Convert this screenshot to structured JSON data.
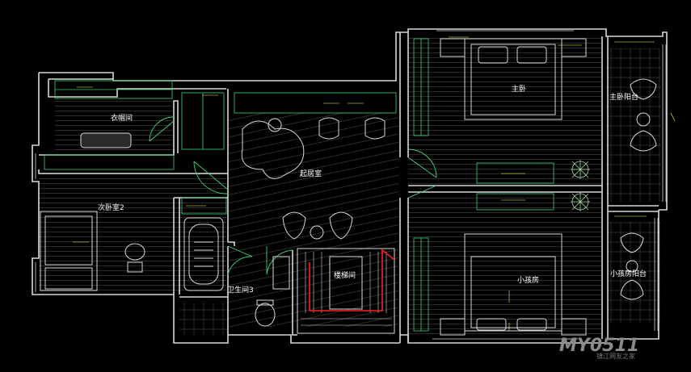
{
  "colors": {
    "background": "#000000",
    "wall": "#d8d8d8",
    "furniture": "#3bd37a",
    "dimension": "#ffff33",
    "cyan": "#40e0e0",
    "stair_arrow": "#ff2020",
    "hatch": "#4a4a4a"
  },
  "rooms": {
    "cloakroom": "衣帽间",
    "living": "起居室",
    "bedroom2": "次卧室2",
    "master_bedroom": "主卧",
    "master_balcony": "主卧阳台",
    "bathroom": "卫生间3",
    "stairwell": "楼梯间",
    "kids_room": "小孩房",
    "kids_balcony": "小孩房阳台"
  },
  "watermark": {
    "main": "MY0511",
    "sub": "镇江网友之家"
  }
}
